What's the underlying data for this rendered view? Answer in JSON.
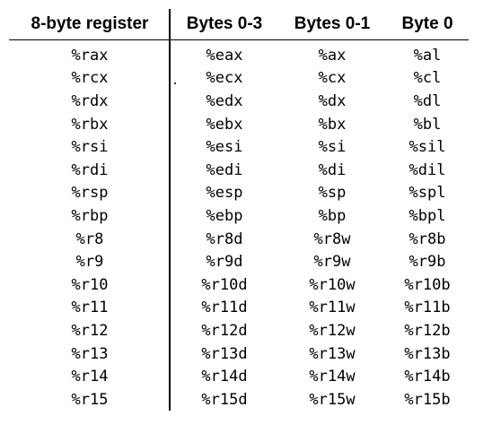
{
  "table": {
    "headers": [
      "8-byte register",
      "Bytes 0-3",
      "Bytes 0-1",
      "Byte 0"
    ],
    "rows": [
      [
        "%rax",
        "%eax",
        "%ax",
        "%al"
      ],
      [
        "%rcx",
        "%ecx",
        "%cx",
        "%cl"
      ],
      [
        "%rdx",
        "%edx",
        "%dx",
        "%dl"
      ],
      [
        "%rbx",
        "%ebx",
        "%bx",
        "%bl"
      ],
      [
        "%rsi",
        "%esi",
        "%si",
        "%sil"
      ],
      [
        "%rdi",
        "%edi",
        "%di",
        "%dil"
      ],
      [
        "%rsp",
        "%esp",
        "%sp",
        "%spl"
      ],
      [
        "%rbp",
        "%ebp",
        "%bp",
        "%bpl"
      ],
      [
        "%r8",
        "%r8d",
        "%r8w",
        "%r8b"
      ],
      [
        "%r9",
        "%r9d",
        "%r9w",
        "%r9b"
      ],
      [
        "%r10",
        "%r10d",
        "%r10w",
        "%r10b"
      ],
      [
        "%r11",
        "%r11d",
        "%r11w",
        "%r11b"
      ],
      [
        "%r12",
        "%r12d",
        "%r12w",
        "%r12b"
      ],
      [
        "%r13",
        "%r13d",
        "%r13w",
        "%r13b"
      ],
      [
        "%r14",
        "%r14d",
        "%r14w",
        "%r14b"
      ],
      [
        "%r15",
        "%r15d",
        "%r15w",
        "%r15b"
      ]
    ]
  }
}
